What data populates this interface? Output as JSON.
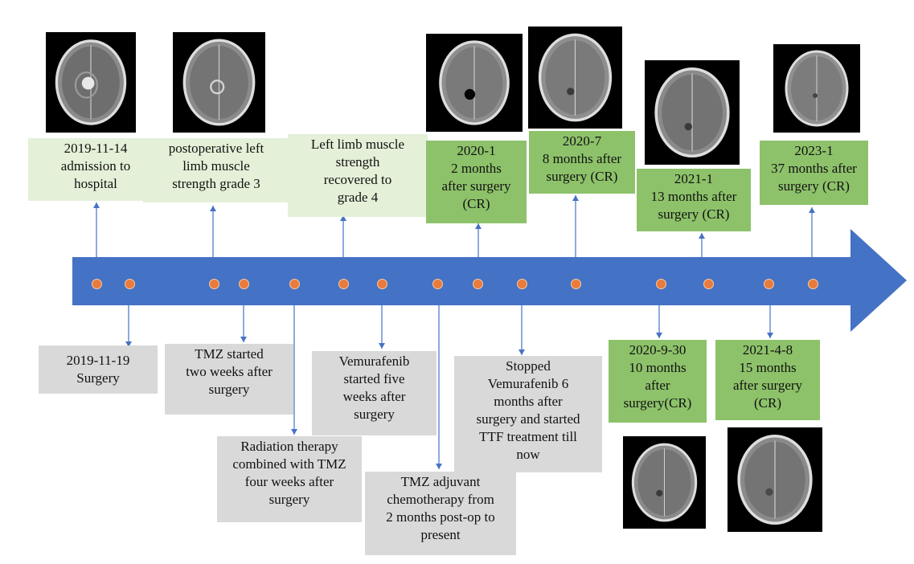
{
  "above_events": [
    {
      "id": "e1",
      "lines": [
        "2019-11-14",
        "admission to",
        "hospital"
      ]
    },
    {
      "id": "e2",
      "lines": [
        "postoperative left",
        "limb muscle",
        "strength grade 3"
      ]
    },
    {
      "id": "e3",
      "lines": [
        "Left limb muscle",
        "strength",
        "recovered to",
        "grade 4"
      ]
    },
    {
      "id": "e4",
      "lines": [
        "2020-1",
        "2 months",
        "after surgery",
        "(CR)"
      ]
    },
    {
      "id": "e5",
      "lines": [
        "2020-7",
        "8 months after",
        "surgery (CR)"
      ]
    },
    {
      "id": "e6",
      "lines": [
        "2021-1",
        "13 months after",
        "surgery (CR)"
      ]
    },
    {
      "id": "e7",
      "lines": [
        "2023-1",
        "37 months after",
        "surgery (CR)"
      ]
    }
  ],
  "below_events": [
    {
      "id": "b1",
      "lines": [
        "2019-11-19",
        "Surgery"
      ]
    },
    {
      "id": "b2",
      "lines": [
        "TMZ started",
        "two weeks after",
        "surgery"
      ]
    },
    {
      "id": "b3",
      "lines": [
        "Radiation therapy",
        "combined with TMZ",
        "four weeks after",
        "surgery"
      ]
    },
    {
      "id": "b4",
      "lines": [
        "Vemurafenib",
        "started five",
        "weeks after",
        "surgery"
      ]
    },
    {
      "id": "b5",
      "lines": [
        "TMZ adjuvant",
        "chemotherapy from",
        "2 months post-op to",
        "present"
      ]
    },
    {
      "id": "b6",
      "lines": [
        "Stopped",
        "Vemurafenib 6",
        "months after",
        "surgery and started",
        "TTF treatment till",
        "now"
      ]
    },
    {
      "id": "b7",
      "lines": [
        "2020-9-30",
        "10 months",
        "after",
        "surgery(CR)"
      ]
    },
    {
      "id": "b8",
      "lines": [
        "2021-4-8",
        "15 months",
        "after surgery",
        "(CR)"
      ]
    }
  ],
  "colors": {
    "timeline": "#4472c4",
    "dot": "#e97b3c",
    "connector": "#4472c4",
    "box_light_green": "#e4f0d8",
    "box_green": "#8dc26a",
    "box_gray": "#d9d9d9"
  },
  "images": [
    {
      "id": "mri-2019-11-14",
      "icon": "brain-mri-scan"
    },
    {
      "id": "mri-postoperative",
      "icon": "brain-mri-scan"
    },
    {
      "id": "mri-2020-1",
      "icon": "brain-mri-scan"
    },
    {
      "id": "mri-2020-7",
      "icon": "brain-mri-scan"
    },
    {
      "id": "mri-2021-1",
      "icon": "brain-mri-scan"
    },
    {
      "id": "mri-2023-1",
      "icon": "brain-mri-scan"
    },
    {
      "id": "mri-2020-9-30",
      "icon": "brain-mri-scan"
    },
    {
      "id": "mri-2021-4-8",
      "icon": "brain-mri-scan"
    }
  ]
}
